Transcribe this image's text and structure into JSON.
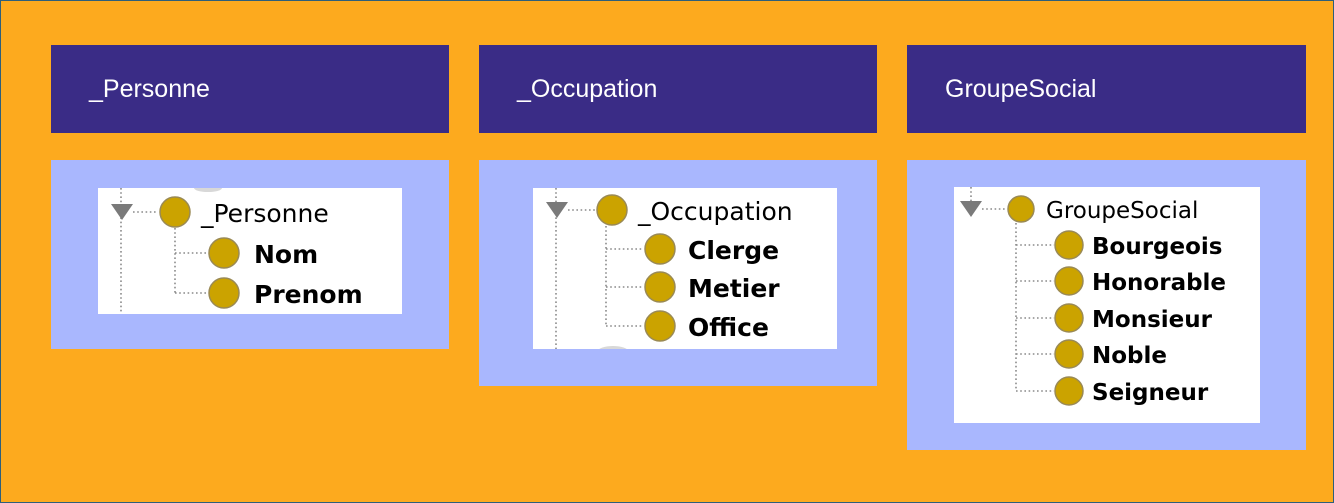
{
  "colors": {
    "background": "#fdaa1e",
    "header": "#3a2c86",
    "panel": "#a9b7fe",
    "node_dot": "#cba300"
  },
  "columns": [
    {
      "header": "_Personne",
      "tree": {
        "root": "_Personne",
        "children": [
          "Nom",
          "Prenom"
        ]
      }
    },
    {
      "header": "_Occupation",
      "tree": {
        "root": "_Occupation",
        "children": [
          "Clerge",
          "Metier",
          "Office"
        ]
      }
    },
    {
      "header": "GroupeSocial",
      "tree": {
        "root": "GroupeSocial",
        "children": [
          "Bourgeois",
          "Honorable",
          "Monsieur",
          "Noble",
          "Seigneur"
        ]
      }
    }
  ]
}
